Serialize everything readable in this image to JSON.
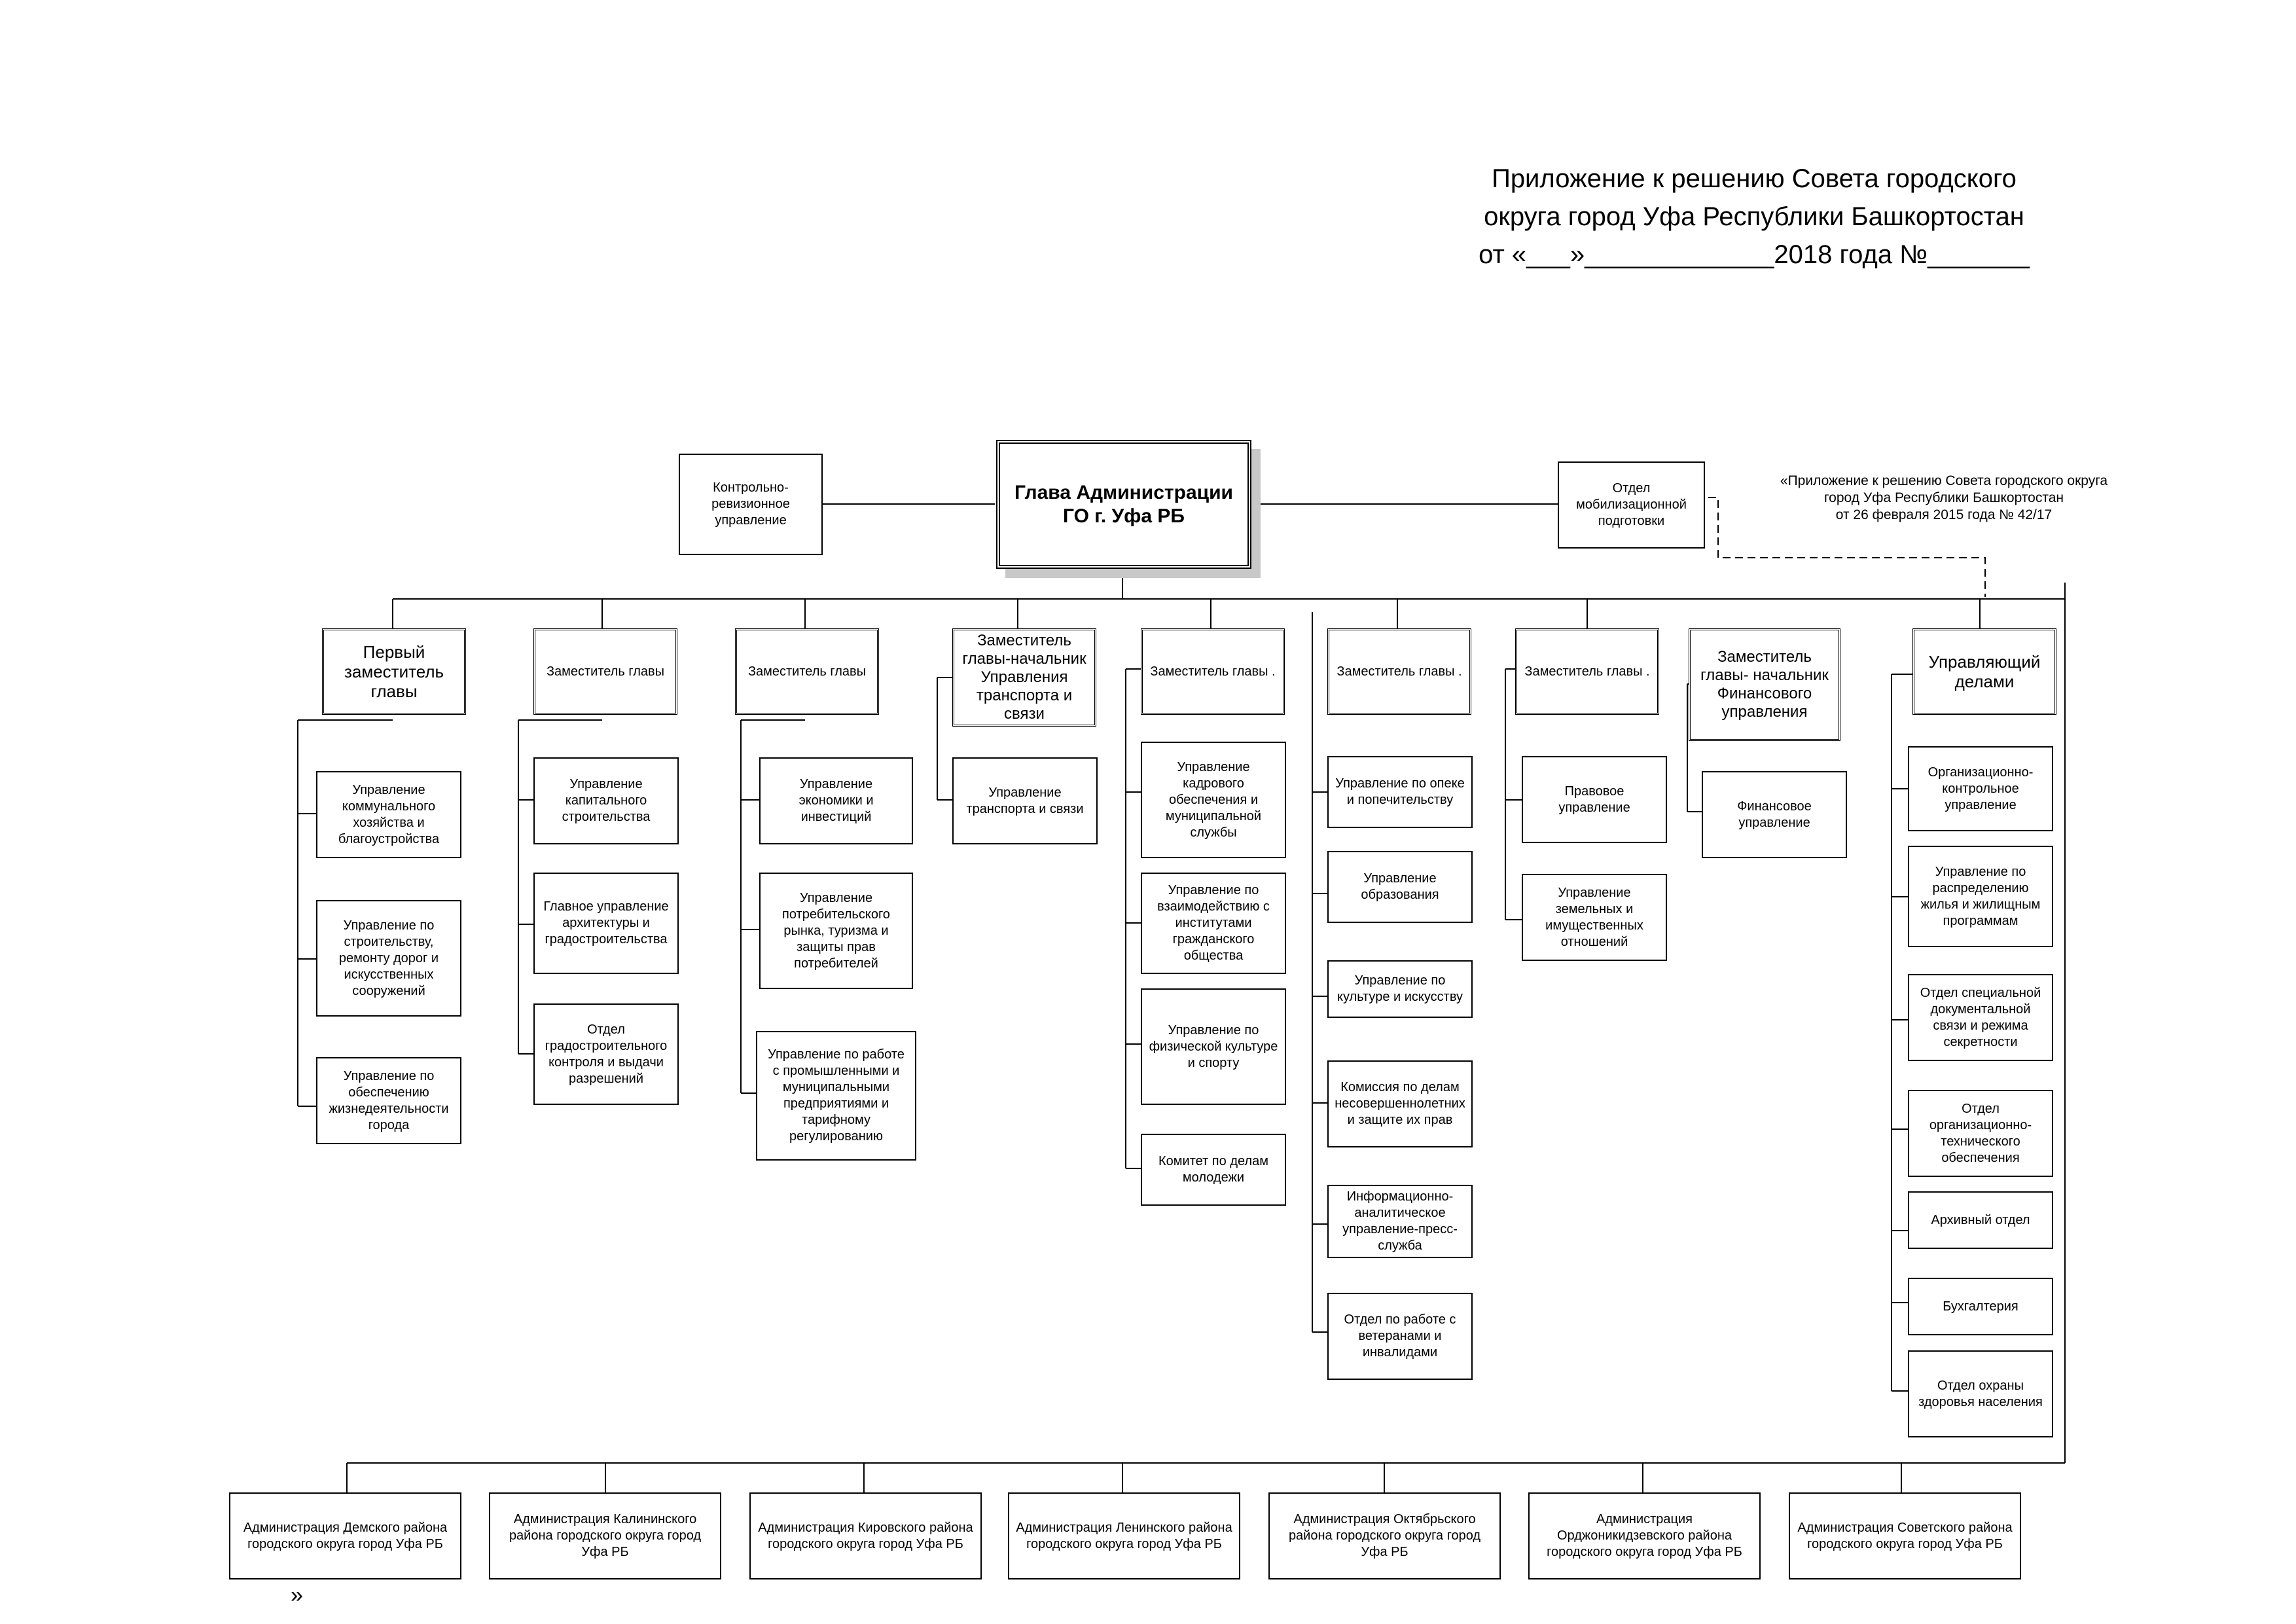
{
  "header": {
    "line1": "Приложение к решению Совета городского",
    "line2": "округа город Уфа Республики Башкортостан",
    "line3": "от «___»_____________2018 года №_______"
  },
  "note": {
    "line1": "«Приложение к решению Совета городского округа",
    "line2": "город Уфа Республики Башкортостан",
    "line3": "от 26 февраля 2015 года № 42/17"
  },
  "closing_quote": "»",
  "top": {
    "head": "Глава Администрации ГО г. Уфа РБ",
    "left": "Контрольно-ревизионное управление",
    "right": "Отдел мобилизационной подготовки"
  },
  "deputies": [
    {
      "title": "Первый заместитель главы",
      "units": [
        "Управление коммунального хозяйства и благоустройства",
        "Управление по строительству, ремонту дорог и искусственных сооружений",
        "Управление по обеспечению жизнедеятельности города"
      ]
    },
    {
      "title": "Заместитель главы",
      "units": [
        "Управление капитального строительства",
        "Главное управление архитектуры и градостроительства",
        "Отдел градостроительного контроля и выдачи разрешений"
      ]
    },
    {
      "title": "Заместитель главы",
      "units": [
        "Управление экономики и инвестиций",
        "Управление потребительского рынка, туризма и защиты прав потребителей",
        "Управление по работе с промышленными и муниципальными предприятиями и тарифному регулированию"
      ]
    },
    {
      "title": "Заместитель главы-начальник Управления транспорта и связи",
      "units": [
        "Управление транспорта и связи"
      ]
    },
    {
      "title": "Заместитель главы .",
      "units": [
        "Управление кадрового обеспечения и муниципальной службы",
        "Управление по взаимодействию с институтами гражданского общества",
        "Управление по физической культуре и спорту",
        "Комитет по делам молодежи"
      ]
    },
    {
      "title": "Заместитель главы .",
      "units": [
        "Управление по опеке и попечительству",
        "Управление образования",
        "Управление по культуре и искусству",
        "Комиссия по делам несовершеннолетних и защите их прав",
        "Информационно-аналитическое управление-пресс-служба",
        "Отдел по работе с ветеранами и инвалидами"
      ]
    },
    {
      "title": "Заместитель главы .",
      "units": [
        "Правовое управление",
        "Управление земельных и имущественных отношений"
      ]
    },
    {
      "title": "Заместитель главы- начальник Финансового управления",
      "units": [
        "Финансовое управление"
      ]
    },
    {
      "title": "Управляющий делами",
      "units": [
        "Организационно-контрольное управление",
        "Управление по распределению жилья и жилищным программам",
        "Отдел специальной документальной связи и режима секретности",
        "Отдел организационно-технического обеспечения",
        "Архивный отдел",
        "Бухгалтерия",
        "Отдел охраны здоровья населения"
      ]
    }
  ],
  "districts": [
    "Администрация Демского района городского округа город Уфа РБ",
    "Администрация Калининского района городского округа город Уфа РБ",
    "Администрация Кировского района городского округа город Уфа РБ",
    "Администрация Ленинского района городского округа город Уфа РБ",
    "Администрация Октябрьского района городского округа город Уфа РБ",
    "Администрация Орджоникидзевского района городского округа город Уфа РБ",
    "Администрация Советского района городского округа город Уфа РБ"
  ]
}
